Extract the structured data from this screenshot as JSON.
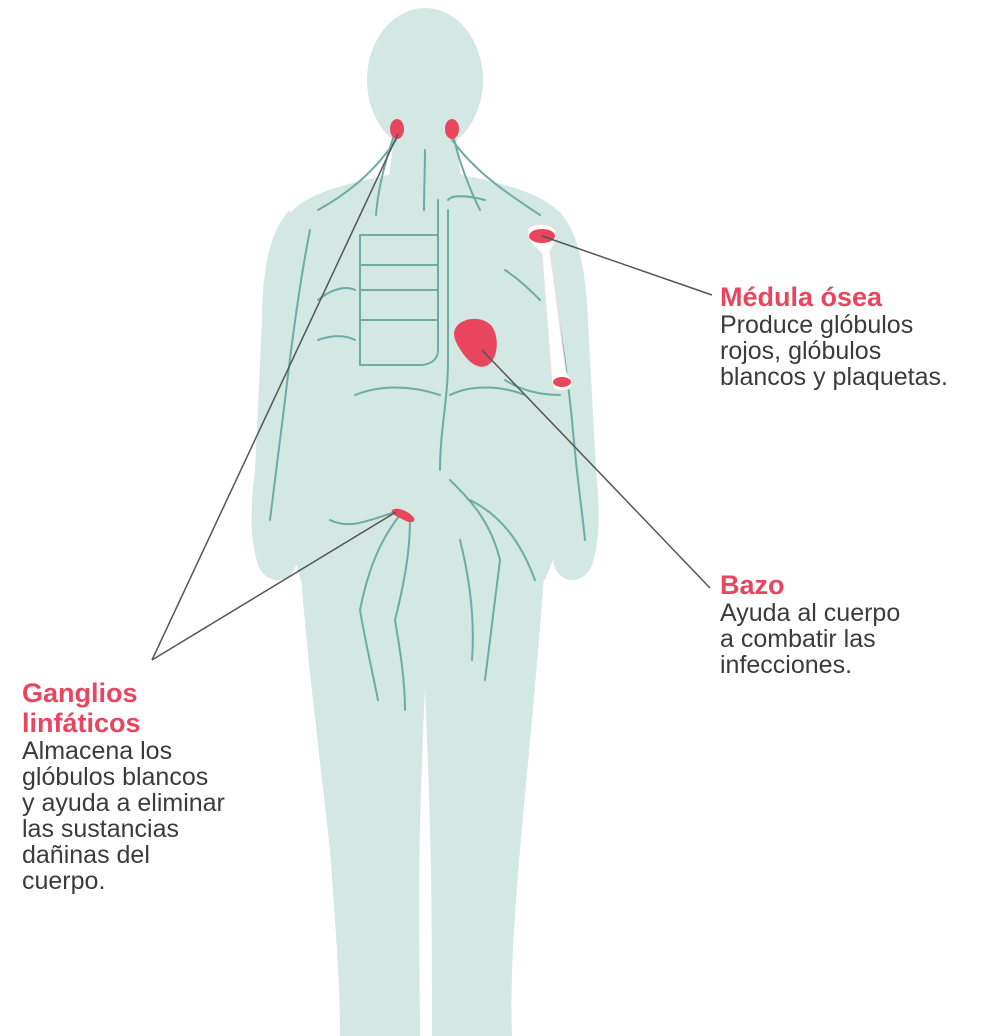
{
  "colors": {
    "body": "#d3e7e3",
    "vessels": "#6eaca3",
    "organ": "#e8455e",
    "leader": "#555555",
    "title": "#e8455e",
    "text": "#3b3b3b"
  },
  "callouts": {
    "medula": {
      "title": "Médula ósea",
      "desc": "Produce glóbulos\nrojos, glóbulos\nblancos y plaquetas."
    },
    "bazo": {
      "title": "Bazo",
      "desc": "Ayuda al cuerpo\na combatir las\ninfecciones."
    },
    "ganglios": {
      "title": "Ganglios\nlinfáticos",
      "desc": "Almacena los\nglóbulos blancos\ny ayuda a eliminar\nlas sustancias\ndañinas del\ncuerpo."
    }
  }
}
